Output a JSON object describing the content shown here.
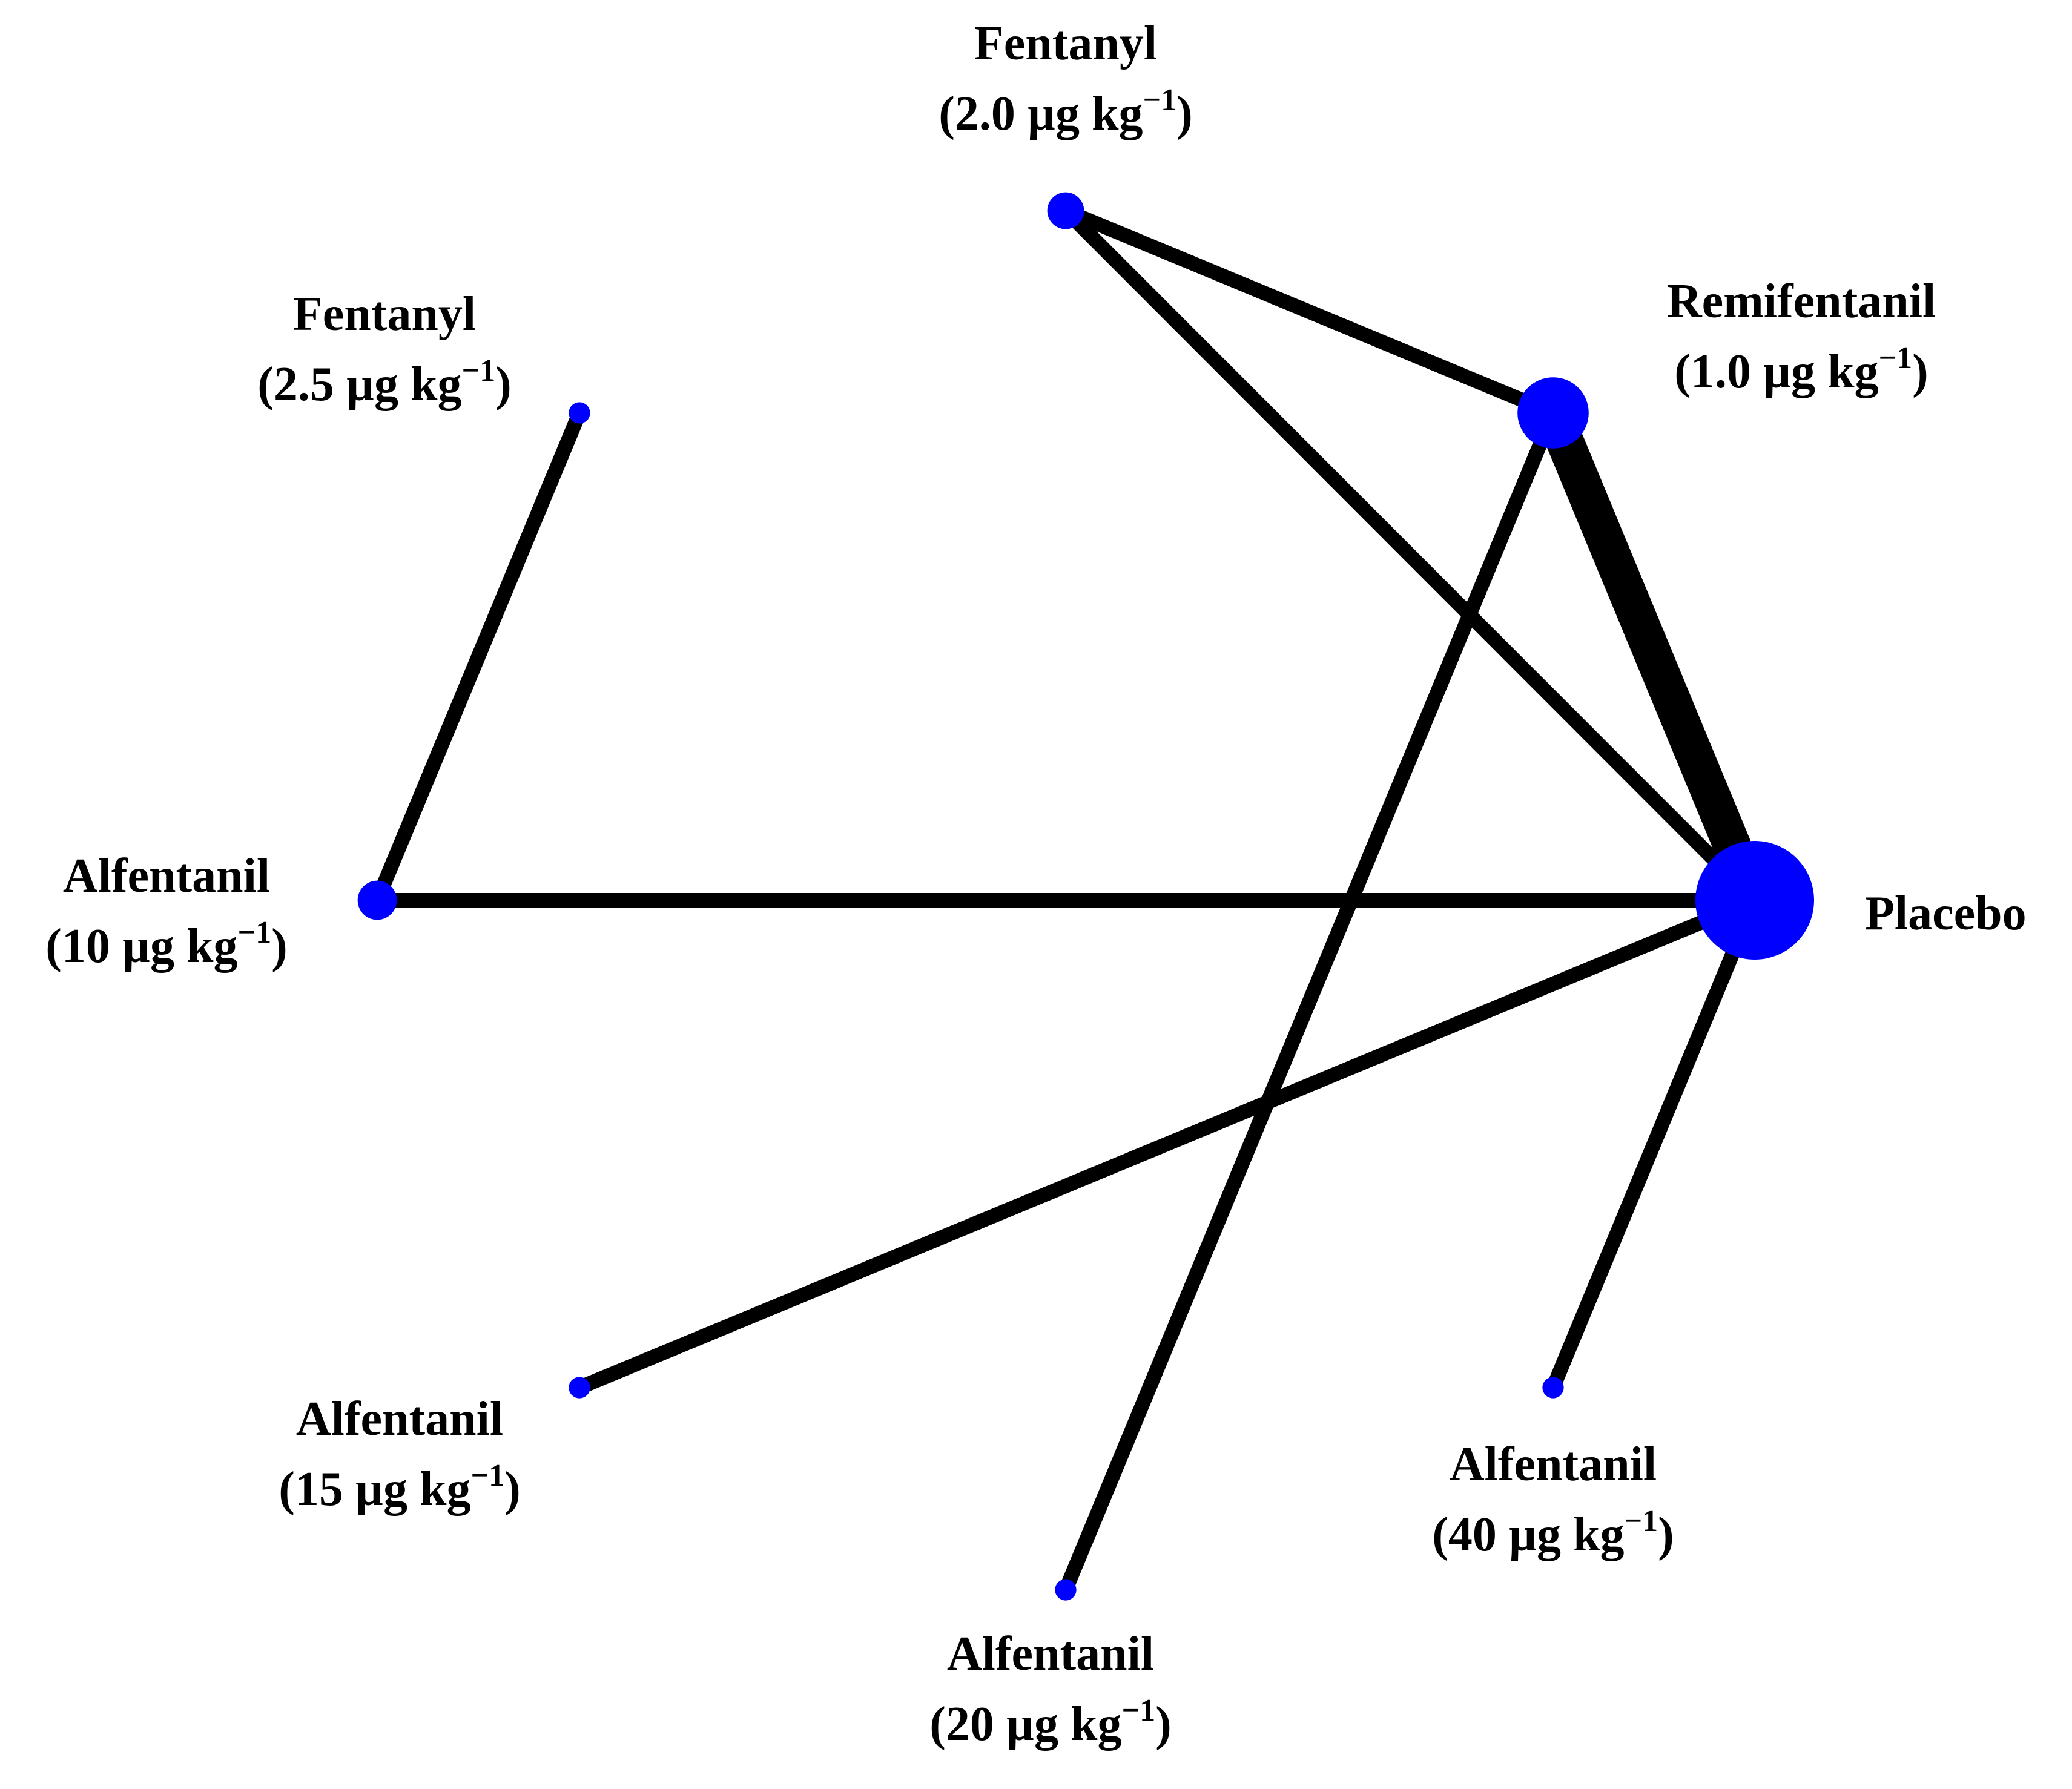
{
  "colors": {
    "node": "#0000ff",
    "edge": "#000000",
    "label": "#000000"
  },
  "nodes": [
    {
      "id": "fentanyl-2-0",
      "line1": "Fentanyl",
      "line2_open": "(2.0 µg kg",
      "line2_sup": "−1",
      "line2_close": ")",
      "relative_size": 0.31
    },
    {
      "id": "remifentanil-1-0",
      "line1": "Remifentanil",
      "line2_open": "(1.0 µg kg",
      "line2_sup": "−1",
      "line2_close": ")",
      "relative_size": 0.6
    },
    {
      "id": "placebo",
      "line1": "Placebo",
      "line2_open": "",
      "line2_sup": "",
      "line2_close": "",
      "relative_size": 1.0
    },
    {
      "id": "alfentanil-40",
      "line1": "Alfentanil",
      "line2_open": "(40 µg kg",
      "line2_sup": "−1",
      "line2_close": ")",
      "relative_size": 0.18
    },
    {
      "id": "alfentanil-20",
      "line1": "Alfentanil",
      "line2_open": "(20 µg kg",
      "line2_sup": "−1",
      "line2_close": ")",
      "relative_size": 0.18
    },
    {
      "id": "alfentanil-15",
      "line1": "Alfentanil",
      "line2_open": "(15 µg kg",
      "line2_sup": "−1",
      "line2_close": ")",
      "relative_size": 0.18
    },
    {
      "id": "alfentanil-10",
      "line1": "Alfentanil",
      "line2_open": "(10 µg kg",
      "line2_sup": "−1",
      "line2_close": ")",
      "relative_size": 0.33
    },
    {
      "id": "fentanyl-2-5",
      "line1": "Fentanyl",
      "line2_open": "(2.5 µg kg",
      "line2_sup": "−1",
      "line2_close": ")",
      "relative_size": 0.18
    }
  ],
  "edges": [
    {
      "from": "fentanyl-2-0",
      "to": "remifentanil-1-0",
      "relative_weight": 1
    },
    {
      "from": "fentanyl-2-0",
      "to": "placebo",
      "relative_weight": 1
    },
    {
      "from": "remifentanil-1-0",
      "to": "placebo",
      "relative_weight": 2.6
    },
    {
      "from": "remifentanil-1-0",
      "to": "alfentanil-20",
      "relative_weight": 1
    },
    {
      "from": "placebo",
      "to": "alfentanil-10",
      "relative_weight": 1
    },
    {
      "from": "placebo",
      "to": "alfentanil-15",
      "relative_weight": 1
    },
    {
      "from": "placebo",
      "to": "alfentanil-40",
      "relative_weight": 1
    },
    {
      "from": "alfentanil-10",
      "to": "fentanyl-2-5",
      "relative_weight": 1
    }
  ]
}
